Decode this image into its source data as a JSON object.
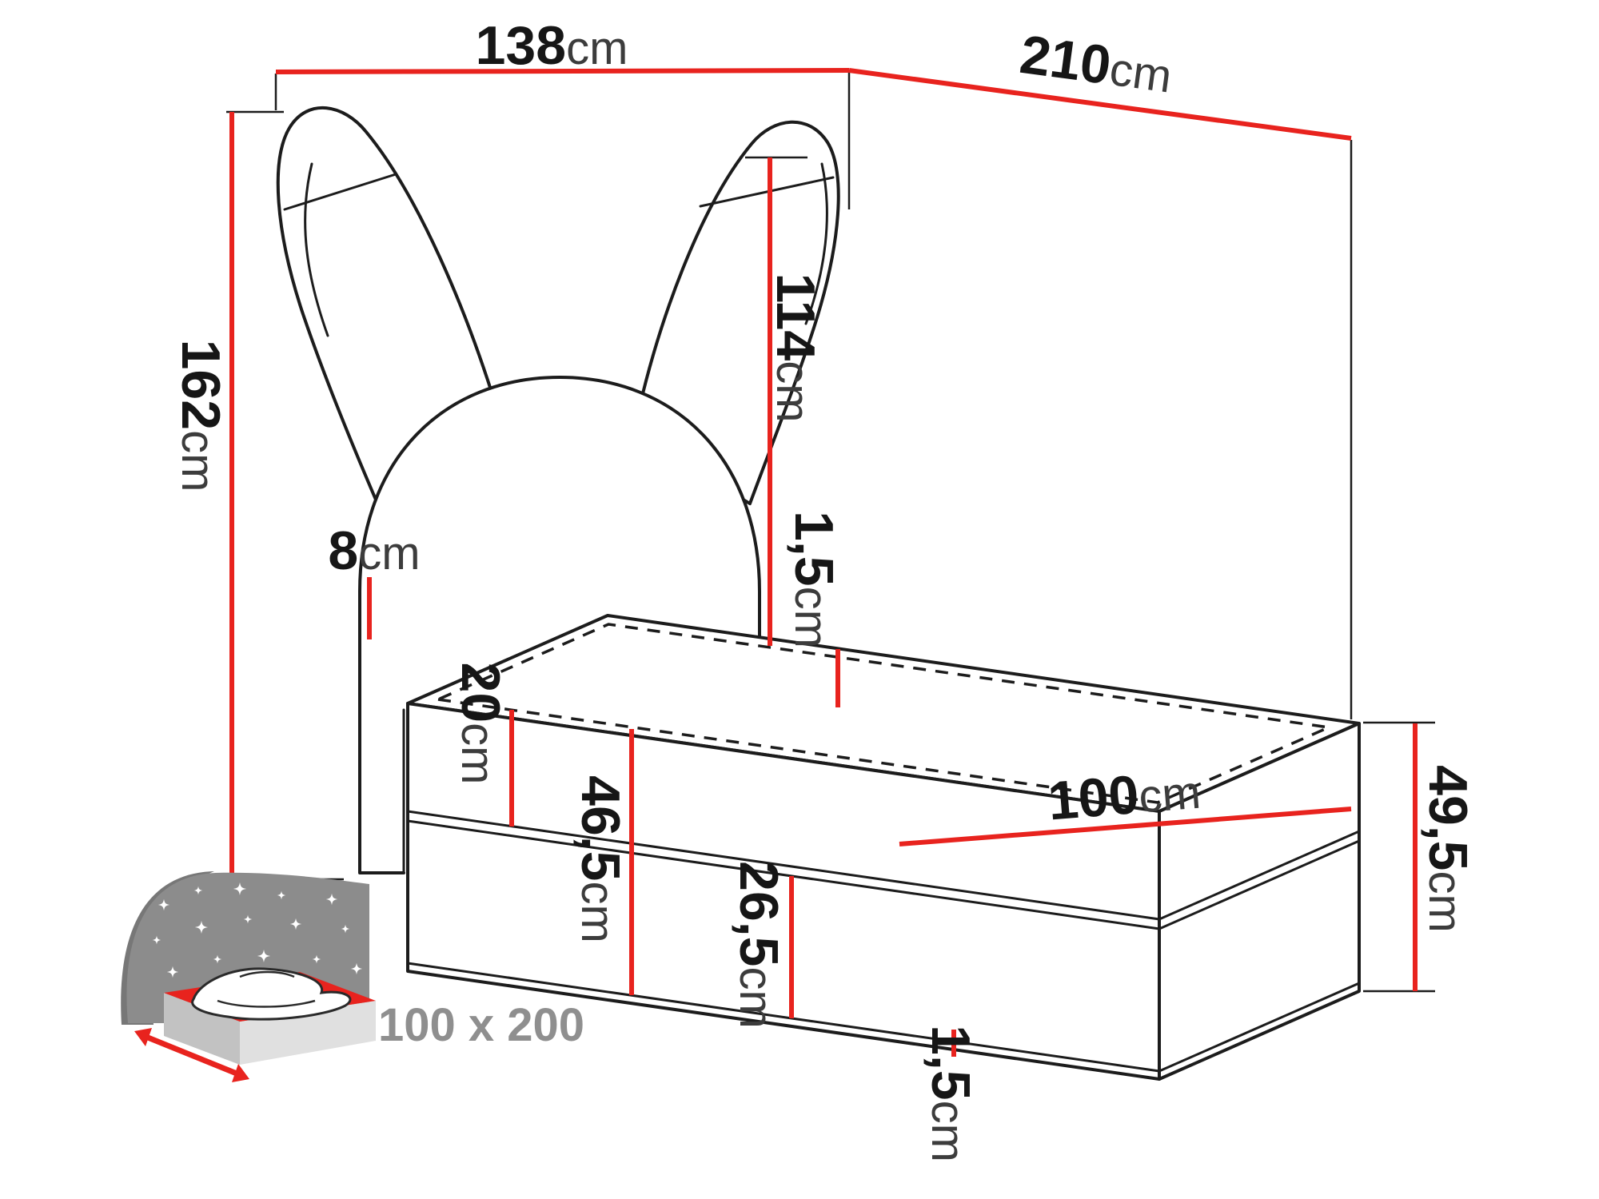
{
  "dims": {
    "d138": {
      "value": "138",
      "unit": "cm"
    },
    "d210": {
      "value": "210",
      "unit": "cm"
    },
    "d162": {
      "value": "162",
      "unit": "cm"
    },
    "d114": {
      "value": "114",
      "unit": "cm"
    },
    "d8": {
      "value": "8",
      "unit": "cm"
    },
    "d20": {
      "value": "20",
      "unit": "cm"
    },
    "d1_5_top": {
      "value": "1,5",
      "unit": "cm"
    },
    "d46_5": {
      "value": "46,5",
      "unit": "cm"
    },
    "d100": {
      "value": "100",
      "unit": "cm"
    },
    "d49_5": {
      "value": "49,5",
      "unit": "cm"
    },
    "d26_5": {
      "value": "26,5",
      "unit": "cm"
    },
    "d1_5_bottom": {
      "value": "1,5",
      "unit": "cm"
    }
  },
  "icon": {
    "size_label": "100 x 200"
  },
  "colors": {
    "dimension_red": "#e8231e",
    "outline_black": "#1c1c1c",
    "icon_gray": "#8c8c8c",
    "label_gray": "#8f8f8f"
  }
}
